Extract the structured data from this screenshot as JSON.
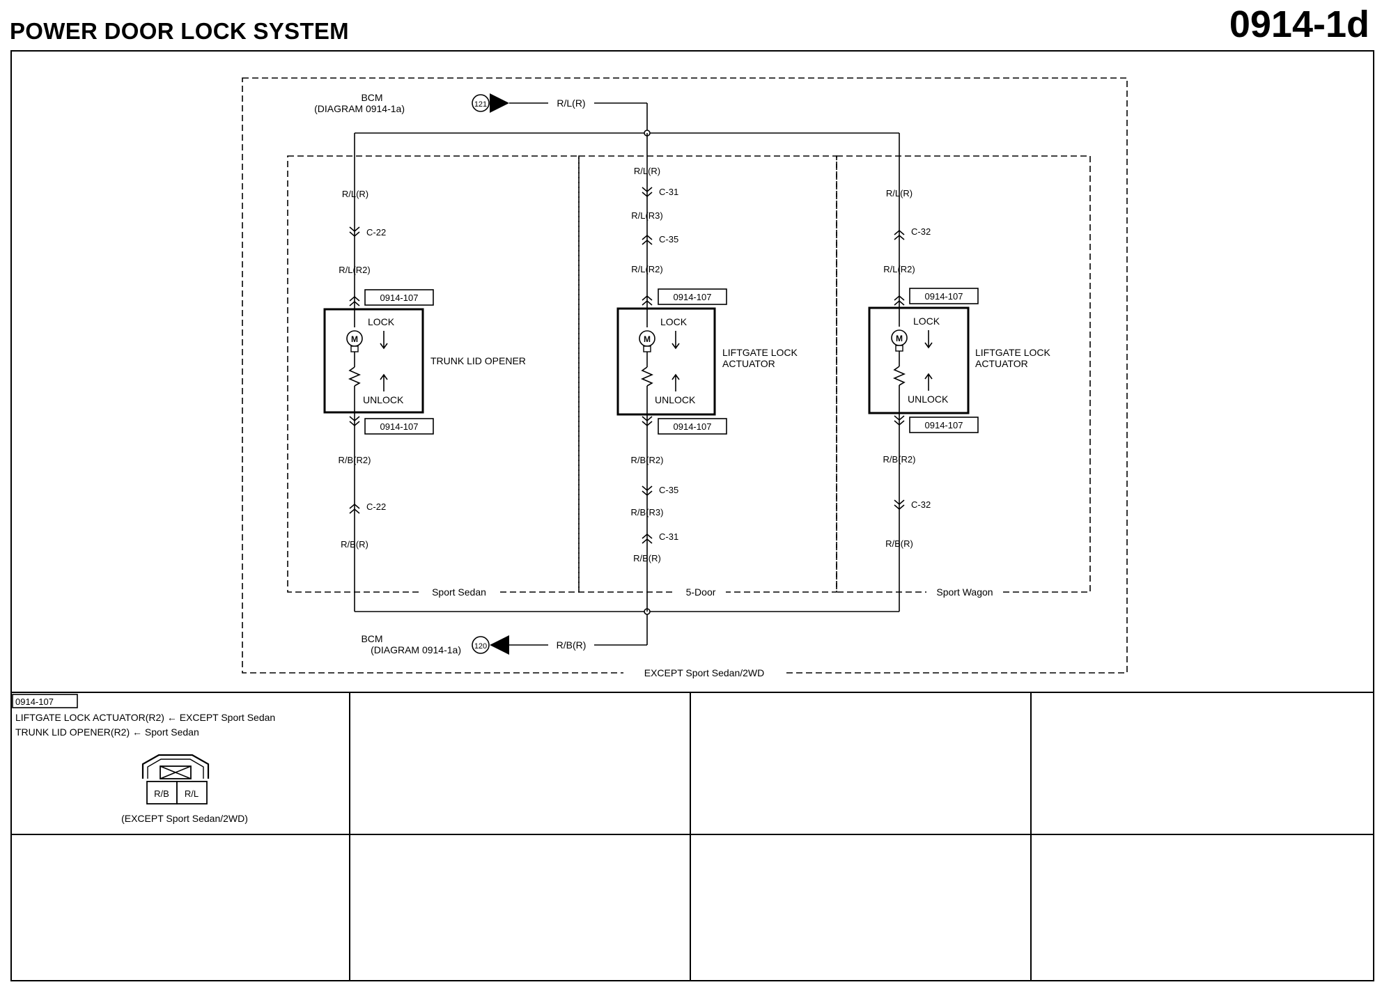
{
  "header": {
    "title": "POWER DOOR LOCK SYSTEM",
    "page_number": "0914-1d"
  },
  "outer_region_label": "EXCEPT Sport Sedan/2WD",
  "bcm_top": {
    "label_line1": "BCM",
    "label_line2": "(DIAGRAM 0914-1a)",
    "terminal": "121",
    "wire": "R/L(R)"
  },
  "bcm_bottom": {
    "label_line1": "BCM",
    "label_line2": "(DIAGRAM 0914-1a)",
    "terminal": "120",
    "wire": "R/B(R)"
  },
  "sections": [
    {
      "label": "Sport Sedan",
      "top_wires": [
        "R/L(R)",
        "R/L(R2)"
      ],
      "top_connectors": [
        "C-22"
      ],
      "connector_ref_top": "0914-107",
      "connector_ref_bottom": "0914-107",
      "component": [
        "TRUNK LID OPENER"
      ],
      "lock": "LOCK",
      "unlock": "UNLOCK",
      "motor": "M",
      "bottom_wires": [
        "R/B(R2)",
        "R/B(R)"
      ],
      "bottom_connectors": [
        "C-22"
      ]
    },
    {
      "label": "5-Door",
      "top_wires": [
        "R/L(R)",
        "R/L(R3)",
        "R/L(R2)"
      ],
      "top_connectors": [
        "C-31",
        "C-35"
      ],
      "connector_ref_top": "0914-107",
      "connector_ref_bottom": "0914-107",
      "component": [
        "LIFTGATE LOCK",
        "ACTUATOR"
      ],
      "lock": "LOCK",
      "unlock": "UNLOCK",
      "motor": "M",
      "bottom_wires": [
        "R/B(R2)",
        "R/B(R3)",
        "R/B(R)"
      ],
      "bottom_connectors": [
        "C-35",
        "C-31"
      ]
    },
    {
      "label": "Sport Wagon",
      "top_wires": [
        "R/L(R)",
        "R/L(R2)"
      ],
      "top_connectors": [
        "C-32"
      ],
      "connector_ref_top": "0914-107",
      "connector_ref_bottom": "0914-107",
      "component": [
        "LIFTGATE LOCK",
        "ACTUATOR"
      ],
      "lock": "LOCK",
      "unlock": "UNLOCK",
      "motor": "M",
      "bottom_wires": [
        "R/B(R2)",
        "R/B(R)"
      ],
      "bottom_connectors": [
        "C-32"
      ]
    }
  ],
  "connector_detail": {
    "id": "0914-107",
    "line1": "LIFTGATE LOCK ACTUATOR(R2) ← EXCEPT Sport Sedan",
    "line2": "TRUNK LID OPENER(R2) ← Sport Sedan",
    "pins": [
      "R/B",
      "R/L"
    ],
    "caption": "(EXCEPT Sport Sedan/2WD)"
  }
}
